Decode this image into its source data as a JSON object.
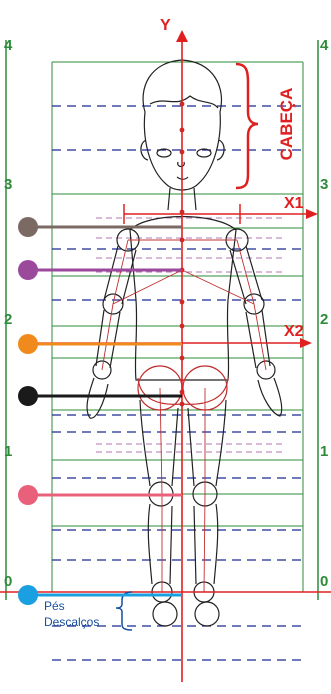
{
  "scale": {
    "left_labels": [
      "4",
      "3",
      "2",
      "1",
      "0"
    ],
    "right_labels": [
      "4",
      "3",
      "2",
      "1",
      "0"
    ],
    "color": "#2e8b3a"
  },
  "axes": {
    "y_label": "Y",
    "x1_label": "X1",
    "x2_label": "X2",
    "axis_color": "#e02020"
  },
  "annotations": {
    "head_label": "CABEÇA",
    "feet_label_line1": "Pés",
    "feet_label_line2": "Descalços",
    "feet_color": "#1a4fa0"
  },
  "markers": [
    {
      "name": "marker-shoulders",
      "color": "#7a6a63"
    },
    {
      "name": "marker-elbows",
      "color": "#9b4a9b"
    },
    {
      "name": "marker-waist",
      "color": "#f08a1c"
    },
    {
      "name": "marker-crotch",
      "color": "#1a1a1a"
    },
    {
      "name": "marker-knees",
      "color": "#e8607a"
    },
    {
      "name": "marker-feet",
      "color": "#1aa0e0"
    }
  ]
}
